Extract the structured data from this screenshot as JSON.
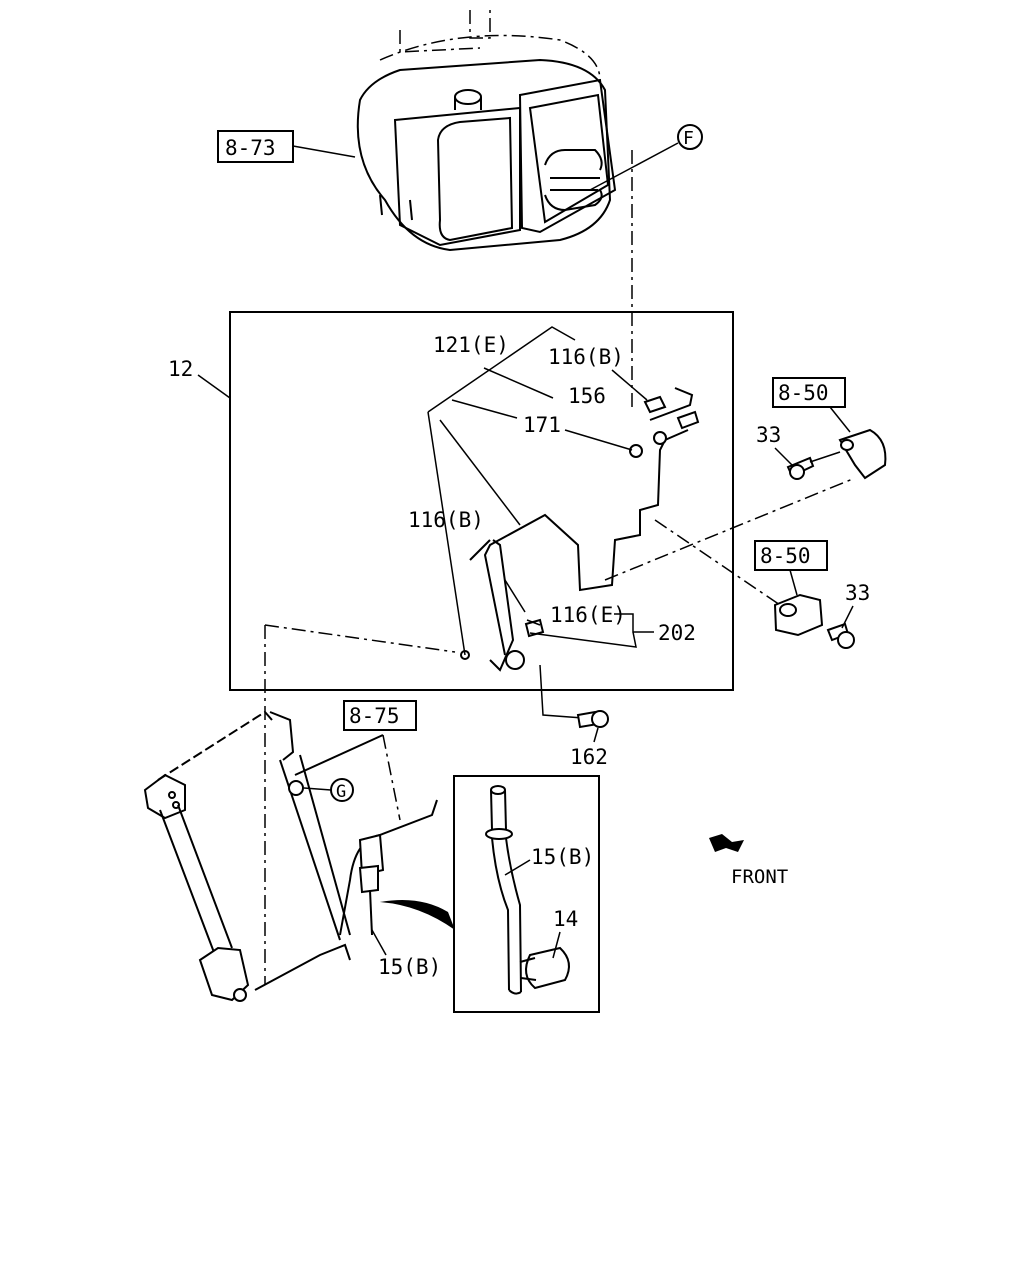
{
  "callouts": {
    "ref_8_73": "8-73",
    "ref_8_50_top": "8-50",
    "ref_8_50_mid": "8-50",
    "ref_8_75": "8-75",
    "circle_f": "F",
    "circle_g": "G"
  },
  "parts": {
    "p12": "12",
    "p121e": "121(E)",
    "p116b_top": "116(B)",
    "p156": "156",
    "p171": "171",
    "p116b_left": "116(B)",
    "p116e": "116(E)",
    "p202": "202",
    "p162": "162",
    "p33_top": "33",
    "p33_mid": "33",
    "p15b_inset": "15(B)",
    "p14": "14",
    "p15b_bottom": "15(B)"
  },
  "direction": {
    "label": "FRONT",
    "icon": "front-arrow-icon"
  }
}
